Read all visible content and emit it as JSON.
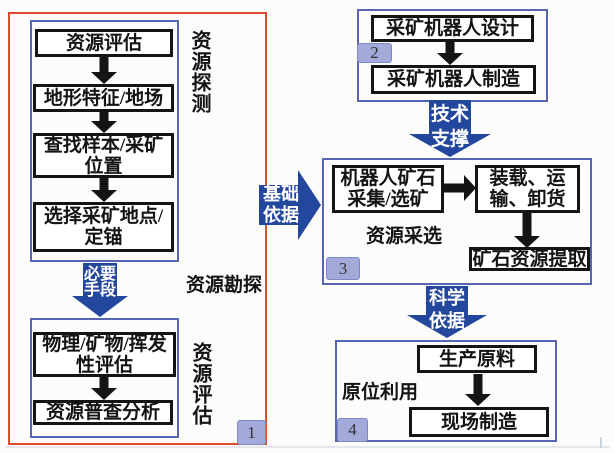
{
  "colors": {
    "accent_red": "#e04a2e",
    "accent_blue": "#24479e",
    "group_border": "#5766b2",
    "badge_bg": "#a3aad9",
    "ink": "#141414"
  },
  "panels": {
    "p1": {
      "badge": "1",
      "side_label_detection": "资源探测",
      "side_label_exploration": "资源勘探",
      "side_label_assessment": "资源评估",
      "flow_top": [
        "资源评估",
        "地形特征/地场",
        "查找样本/采矿\n位置",
        "选择采矿地点/\n定锚"
      ],
      "arrow_label": "必要\n手段",
      "flow_bottom": [
        "物理/矿物/挥发\n性评估",
        "资源普查分析"
      ]
    },
    "p2": {
      "badge": "2",
      "flow": [
        "采矿机器人设计",
        "采矿机器人制造"
      ],
      "arrow_label": "技术\n支撑"
    },
    "p3": {
      "badge": "3",
      "box_collect": "机器人矿石\n采集/选矿",
      "box_transport": "装载、运\n输、卸货",
      "box_extract": "矿石资源提取",
      "label": "资源采选",
      "arrow_label": "科学\n依据"
    },
    "p4": {
      "badge": "4",
      "box_material": "生产原料",
      "label": "原位利用",
      "box_manufacture": "现场制造"
    },
    "bridge_arrow_label": "基础\n依据"
  }
}
